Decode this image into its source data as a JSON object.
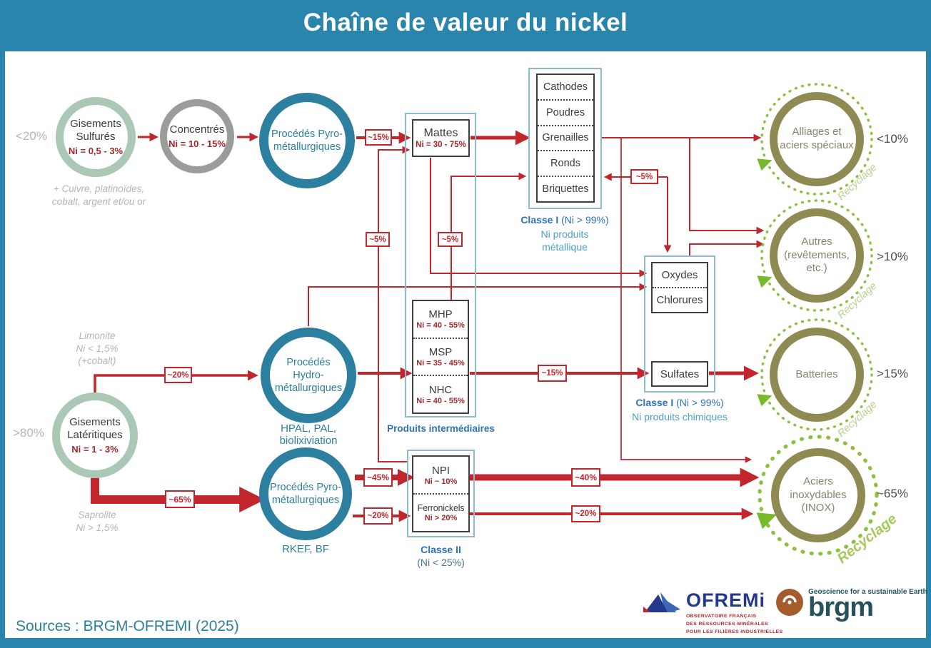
{
  "title": "Chaîne de valeur du nickel",
  "sources_label": "Sources : BRGM-OFREMI (2025)",
  "recyclage_label": "Recyclage",
  "colors": {
    "frame_blue": "#2a85ad",
    "process_teal": "#2d7f9f",
    "flow_red": "#c0262c",
    "grade_red": "#a3282d",
    "sage_ring": "#abc7b6",
    "gray_ring": "#9c9c9b",
    "olive_ring": "#8f8a52",
    "recycle_green": "#8cc13f",
    "caption_blue": "#2c73b8",
    "caption_teal": "#4aa0c6",
    "container_blue": "#8bbccb",
    "muted_gray": "#b5b5b5"
  },
  "left_chain": {
    "sulfures": {
      "share": "<20%",
      "name": "Gisements\nSulfurés",
      "grade": "Ni = 0,5 - 3%",
      "note": "+ Cuivre, platinoïdes,\ncobalt, argent et/ou or"
    },
    "concentres": {
      "name": "Concentrés",
      "grade": "Ni = 10 - 15%"
    },
    "lateritiques": {
      "share": ">80%",
      "name": "Gisements\nLatéritiques",
      "grade": "Ni = 1 - 3%",
      "note_limonite": "Limonite\nNi < 1,5%\n(+cobalt)",
      "note_saprolite": "Saprolite\nNi > 1,5%"
    }
  },
  "processes": {
    "pyro1": {
      "name": "Procédés Pyro-\nmétallurgiques"
    },
    "hydro": {
      "name": "Procédés Hydro-\nmétallurgiques",
      "note": "HPAL, PAL, biolixiviation"
    },
    "pyro2": {
      "name": "Procédés Pyro-\nmétallurgiques",
      "note": "RKEF, BF"
    }
  },
  "intermediates": {
    "caption": "Produits intermédiaires",
    "mattes": {
      "name": "Mattes",
      "grade": "Ni = 30 - 75%"
    },
    "items": [
      {
        "name": "MHP",
        "grade": "Ni = 40 - 55%"
      },
      {
        "name": "MSP",
        "grade": "Ni = 35 - 45%"
      },
      {
        "name": "NHC",
        "grade": "Ni = 40 - 55%"
      }
    ]
  },
  "classe1_metal": {
    "items": [
      "Cathodes",
      "Poudres",
      "Grenailles",
      "Ronds",
      "Briquettes"
    ],
    "caption_bold": "Classe I",
    "caption_rest": "(Ni > 99%)",
    "caption_sub": "Ni produits\nmétallique"
  },
  "classe1_chem": {
    "items_top": [
      "Oxydes",
      "Chlorures"
    ],
    "item_bottom": "Sulfates",
    "caption_bold": "Classe I",
    "caption_rest": "(Ni > 99%)",
    "caption_sub": "Ni produits chimiques"
  },
  "classe2": {
    "items": [
      {
        "name": "NPI",
        "grade": "Ni ~ 10%"
      },
      {
        "name": "Ferronickels",
        "grade": "Ni > 20%"
      }
    ],
    "caption_bold": "Classe II",
    "caption_sub": "(Ni < 25%)"
  },
  "end_uses": {
    "alliages": {
      "name": "Alliages et\naciers spéciaux",
      "share": "<10%"
    },
    "autres": {
      "name": "Autres\n(revêtements,\netc.)",
      "share": ">10%"
    },
    "batteries": {
      "name": "Batteries",
      "share": ">15%"
    },
    "inox": {
      "name": "Aciers\ninoxydables\n(INOX)",
      "share": "~65%"
    }
  },
  "flows": {
    "pyro1_mattes": "~15%",
    "npi_mattes": "~5%",
    "mhp_classe1": "~5%",
    "recycle_classe1": "~5%",
    "limonite_hydro": "~20%",
    "saprolite_pyro": "~65%",
    "pyro2_npi": "~45%",
    "pyro2_ferro": "~20%",
    "nhc_sulfates": "~15%",
    "npi_inox": "~40%",
    "ferro_inox": "~20%"
  },
  "logos": {
    "ofremi": {
      "name": "OFREMi",
      "sub": "OBSERVATOIRE FRANÇAIS\nDES RESSOURCES MINÉRALES\nPOUR LES FILIÈRES INDUSTRIELLES"
    },
    "brgm": {
      "name": "brgm",
      "tagline": "Geoscience for a sustainable Earth"
    }
  }
}
